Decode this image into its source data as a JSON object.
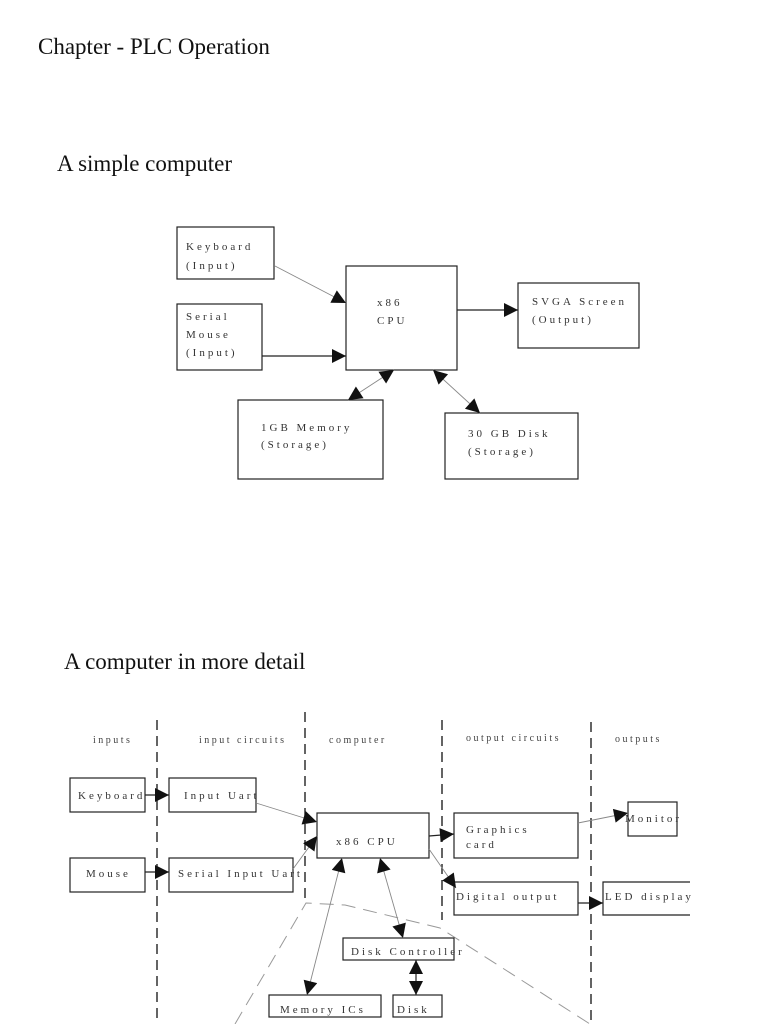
{
  "document": {
    "chapter_title": "Chapter - PLC Operation",
    "section1_title": "A simple computer",
    "section2_title": "A computer in more detail"
  },
  "simple_diagram": {
    "keyboard": [
      "Keyboard",
      "(Input)"
    ],
    "mouse": [
      "Serial",
      "Mouse",
      "(Input)"
    ],
    "cpu": [
      "x86",
      "CPU"
    ],
    "screen": [
      "SVGA Screen",
      "(Output)"
    ],
    "memory": [
      "1GB Memory",
      "(Storage)"
    ],
    "disk": [
      "30 GB Disk",
      "(Storage)"
    ]
  },
  "detail_diagram": {
    "columns": [
      "inputs",
      "input circuits",
      "computer",
      "output circuits",
      "outputs"
    ],
    "keyboard": "Keyboard",
    "mouse": "Mouse",
    "input_uart": "Input Uart",
    "serial_uart": "Serial Input Uart",
    "cpu": "x86 CPU",
    "graphics": [
      "Graphics",
      "card"
    ],
    "digital_output": "Digital output",
    "monitor": "Monitor",
    "led": "LED display",
    "disk_controller": "Disk Controller",
    "memory_ics": "Memory ICs",
    "disk": "Disk"
  }
}
